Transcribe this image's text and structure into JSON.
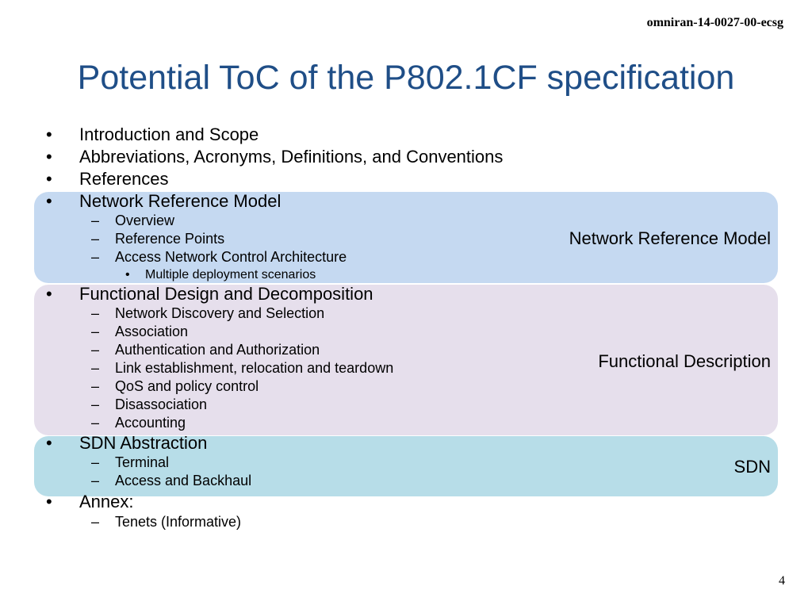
{
  "header": {
    "doc_id": "omniran-14-0027-00-ecsg",
    "title": "Potential ToC of the P802.1CF specification"
  },
  "bands": [
    {
      "label": "Network Reference Model",
      "color": "#c5d9f1"
    },
    {
      "label": "Functional Description",
      "color": "#e6dfec"
    },
    {
      "label": "SDN",
      "color": "#b7dde8"
    }
  ],
  "toc": [
    {
      "text": "Introduction and Scope",
      "level": 1
    },
    {
      "text": "Abbreviations, Acronyms, Definitions, and Conventions",
      "level": 1
    },
    {
      "text": "References",
      "level": 1
    },
    {
      "text": "Network Reference Model",
      "level": 1
    },
    {
      "text": "Overview",
      "level": 2
    },
    {
      "text": "Reference Points",
      "level": 2
    },
    {
      "text": "Access Network Control Architecture",
      "level": 2
    },
    {
      "text": "Multiple deployment scenarios",
      "level": 3
    },
    {
      "text": "Functional Design and Decomposition",
      "level": 1
    },
    {
      "text": "Network Discovery and Selection",
      "level": 2
    },
    {
      "text": "Association",
      "level": 2
    },
    {
      "text": "Authentication and Authorization",
      "level": 2
    },
    {
      "text": "Link establishment, relocation and teardown",
      "level": 2
    },
    {
      "text": "QoS and policy control",
      "level": 2
    },
    {
      "text": "Disassociation",
      "level": 2
    },
    {
      "text": "Accounting",
      "level": 2
    },
    {
      "text": "SDN Abstraction",
      "level": 1
    },
    {
      "text": "Terminal",
      "level": 2
    },
    {
      "text": "Access and Backhaul",
      "level": 2
    },
    {
      "text": "Annex:",
      "level": 1
    },
    {
      "text": "Tenets (Informative)",
      "level": 2
    }
  ],
  "footer": {
    "page_number": "4"
  }
}
